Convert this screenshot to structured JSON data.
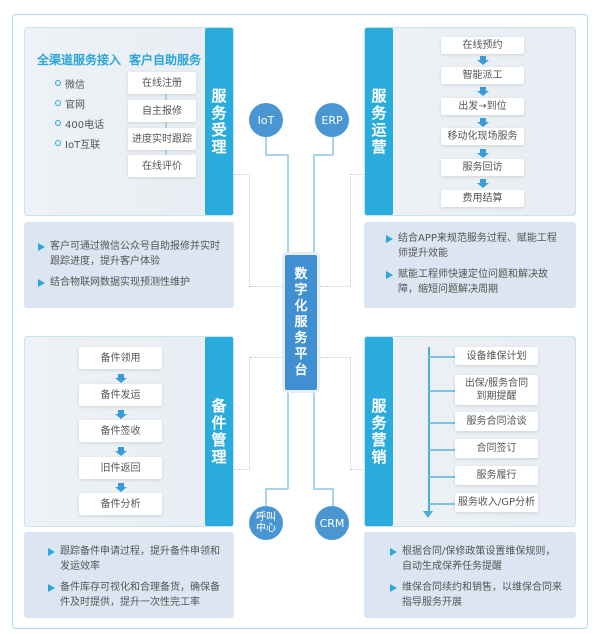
{
  "platform": {
    "title": "数字化服务平台"
  },
  "systems": {
    "iot": "IoT",
    "erp": "ERP",
    "call_center": "呼叫中心",
    "crm": "CRM"
  },
  "service_acceptance": {
    "title": "服务受理",
    "channels_heading": "全渠道服务接入",
    "channels": [
      "微信",
      "官网",
      "400电话",
      "IoT互联"
    ],
    "self_service_heading": "客户自助服务",
    "self_service": [
      "在线注册",
      "自主报修",
      "进度实时跟踪",
      "在线评价"
    ],
    "notes": [
      "客户可通过微信公众号自助报修并实时跟踪进度，提升客户体验",
      "结合物联网数据实现预测性维护"
    ]
  },
  "service_operation": {
    "title": "服务运营",
    "steps": [
      "在线预约",
      "智能派工",
      "出发→到位",
      "移动化现场服务",
      "服务回访",
      "费用结算"
    ],
    "notes": [
      "结合APP来规范服务过程、赋能工程师提升效能",
      "赋能工程师快速定位问题和解决故障，缩短问题解决周期"
    ]
  },
  "spare_parts": {
    "title": "备件管理",
    "steps": [
      "备件领用",
      "备件发运",
      "备件签收",
      "旧件返回",
      "备件分析"
    ],
    "notes": [
      "跟踪备件申请过程，提升备件申领和发运效率",
      "备件库存可视化和合理备货，确保备件及时提供，提升一次性完工率"
    ]
  },
  "service_marketing": {
    "title": "服务营销",
    "steps": [
      "设备维保计划",
      "出保/服务合同到期提醒",
      "服务合同洽谈",
      "合同签订",
      "服务履行",
      "服务收入/GP分析"
    ],
    "notes": [
      "根据合同/保修政策设置维保规则，自动生成保养任务提醒",
      "维保合同续约和销售，以维保合同来指导服务开展"
    ]
  },
  "colors": {
    "accent": "#29acdc",
    "platform": "#3f8fd1",
    "circle": "#4a96d2"
  }
}
